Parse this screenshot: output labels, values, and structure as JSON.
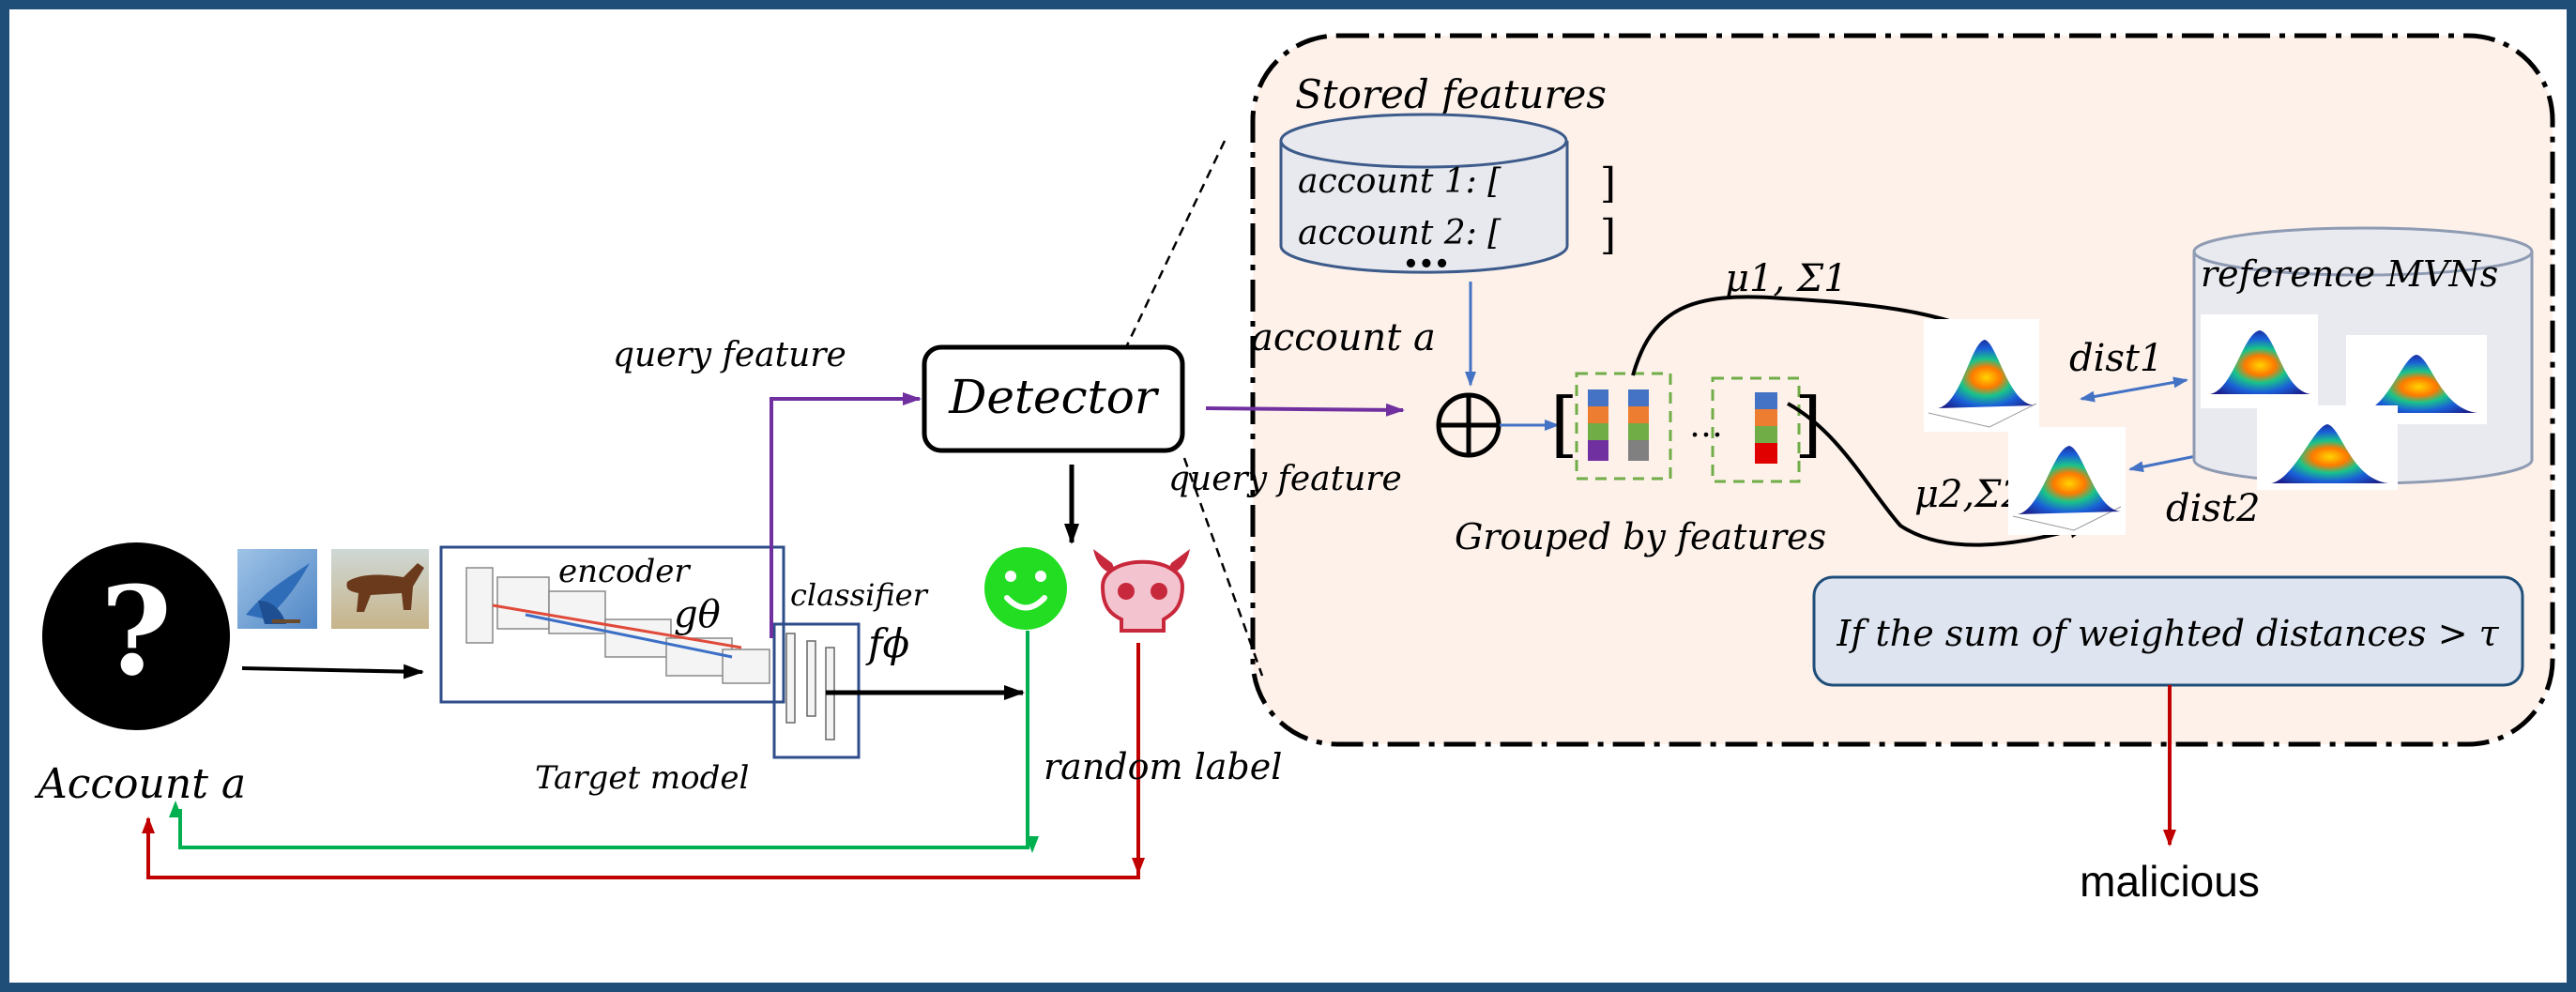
{
  "diagram": {
    "account_label": "Account a",
    "encoder_label": "encoder",
    "encoder_symbol": "gθ",
    "classifier_label": "classifier",
    "classifier_symbol": "fϕ",
    "target_model_label": "Target model",
    "query_feature_top": "query feature",
    "query_feature_bottom": "query feature",
    "detector_label": "Detector",
    "random_label": "random label",
    "malicious_label": "malicious",
    "stored_features_title": "Stored features",
    "stored_rows": [
      "account 1: [",
      "account 2: ["
    ],
    "stored_ellipsis": "•••",
    "account_a_label": "account a",
    "grouped_label": "Grouped by features",
    "group_ellipsis": "…",
    "mu1_label": "μ1, Σ1",
    "mu2_label": "μ2,Σ2",
    "dist1_label": "dist1",
    "dist2_label": "dist2",
    "reference_label": "reference MVNs",
    "condition_label": "If the sum of weighted distances > τ",
    "colors": {
      "frame": "#1f4e79",
      "panel_fill": "#fdf1ea",
      "purple_arrow": "#7030a0",
      "green_arrow": "#00b050",
      "red_arrow": "#c00000",
      "blue_arrow": "#4472c4",
      "db_fill": "#e7e9ef",
      "db_stroke": "#3c5a8a",
      "condition_fill": "#dfe5f0",
      "smiley": "#22dd22",
      "devil": "#c8283c"
    },
    "icons": [
      "question-mark-icon",
      "bird-image",
      "horse-image",
      "smiley-icon",
      "devil-skull-icon",
      "oplus-icon"
    ]
  }
}
